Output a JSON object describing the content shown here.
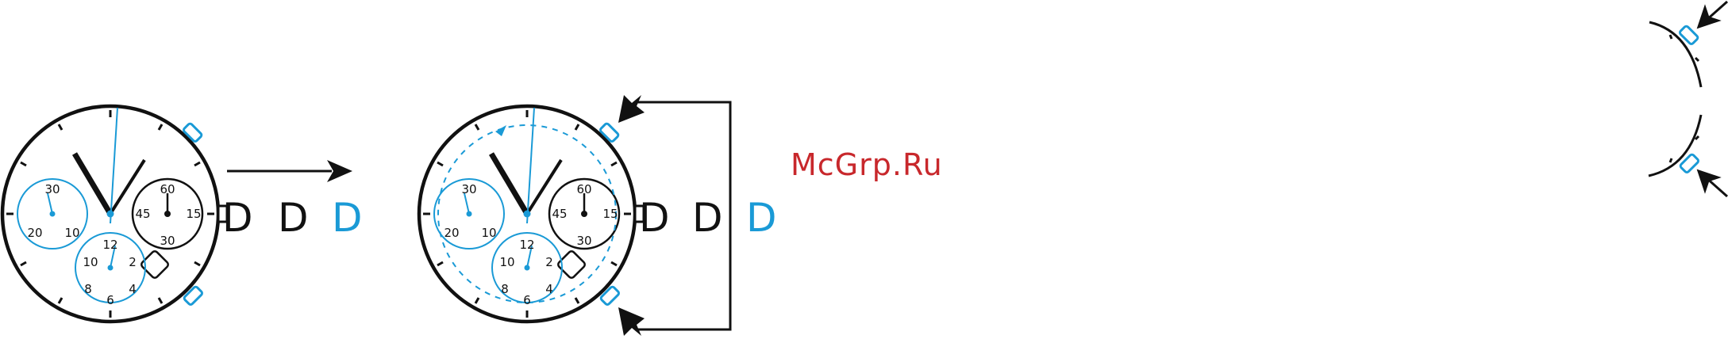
{
  "watermark": {
    "text": "McGrp.Ru",
    "color": "#c8282c"
  },
  "colors": {
    "ink": "#111111",
    "accent": "#1a9ad6"
  },
  "crown_positions": {
    "labels": [
      "D",
      "D",
      "D"
    ],
    "active_index": 2
  },
  "subdials": {
    "left": {
      "labels": [
        "30",
        "20",
        "10"
      ]
    },
    "right": {
      "labels": [
        "60",
        "45",
        "15",
        "30"
      ]
    },
    "bottom": {
      "labels": [
        "12",
        "10",
        "2",
        "8",
        "4",
        "6"
      ]
    }
  }
}
